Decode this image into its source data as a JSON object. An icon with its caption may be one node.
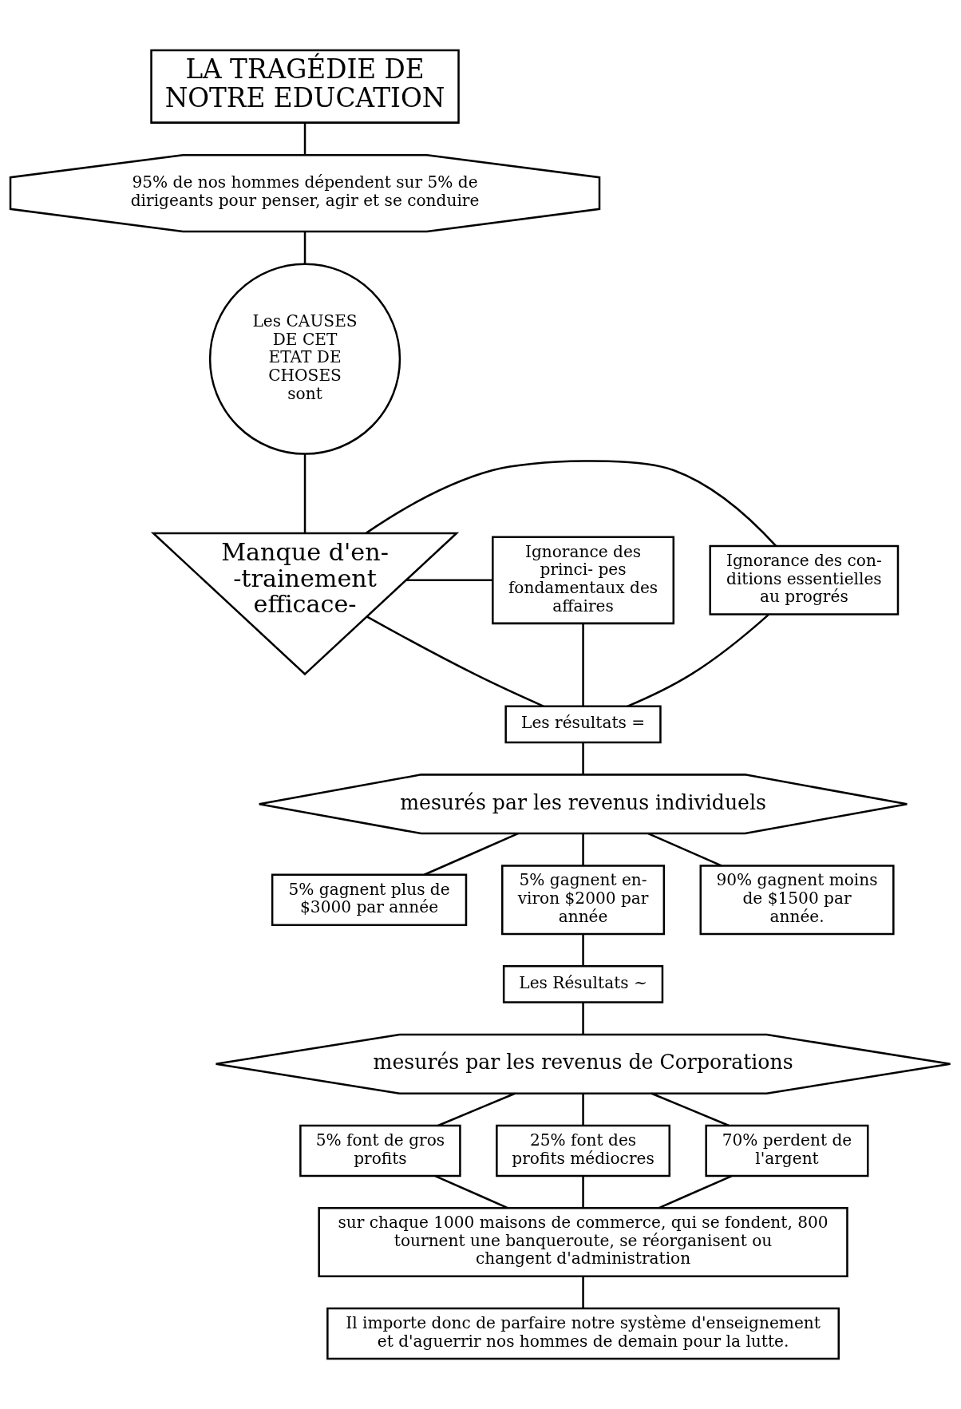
{
  "diagram": {
    "nodes": [
      {
        "text": [
          "LA TRAGÉDIE DE NOTRE EDUCATION"
        ]
      },
      {
        "text": [
          "95% de nos hommes dépendent sur 5% de dirigeants pour penser, agir et se conduire"
        ]
      },
      {
        "text": [
          "Les CAUSES DE CET ETAT DE CHOSES sont"
        ]
      },
      {
        "text": [
          "Manque d'en- -trainement efficace-"
        ]
      },
      {
        "text": [
          "Ignorance des princi- pes fondamentaux des affaires"
        ]
      },
      {
        "text": [
          "Ignorance des con- ditions essentielles au progrés"
        ]
      },
      {
        "text": [
          "Les résultats ="
        ]
      },
      {
        "text": [
          "mesurés par les revenus individuels"
        ]
      },
      {
        "text": [
          "5% gagnent plus de $3000 par année"
        ]
      },
      {
        "text": [
          "5% gagnent en- viron $2000 par année"
        ]
      },
      {
        "text": [
          "90% gagnent moins de $1500 par année."
        ]
      },
      {
        "text": [
          "Les Résultats ~"
        ]
      },
      {
        "text": [
          "mesurés par les revenus de Corporations"
        ]
      },
      {
        "text": [
          "5% font de gros profits"
        ]
      },
      {
        "text": [
          "25% font des profits médiocres"
        ]
      },
      {
        "text": [
          "70% perdent de l'argent"
        ]
      },
      {
        "text": [
          "sur chaque 1000 maisons de commerce, qui se fondent, 800 tournent une banqueroute, se réorganisent ou",
          "changent d'administration"
        ]
      },
      {
        "text": [
          "Il importe donc de parfaire notre système d'enseignement et d'aguerrir nos hommes de demain pour la lutte."
        ]
      }
    ],
    "edges": [
      {
        "from": 0,
        "to": 1,
        "arrow": "none"
      },
      {
        "from": 1,
        "to": 2,
        "arrow": "none"
      },
      {
        "from": 2,
        "to": 3,
        "arrow": "none"
      },
      {
        "from": 3,
        "to": 4,
        "arrow": "none"
      },
      {
        "from": 3,
        "to": 5,
        "arrow": "none"
      },
      {
        "from": 4,
        "to": 6,
        "arrow": "none"
      },
      {
        "from": 3,
        "to": 6,
        "arrow": "none"
      },
      {
        "from": 5,
        "to": 6,
        "arrow": "none"
      },
      {
        "from": 6,
        "to": 7,
        "arrow": "none"
      },
      {
        "from": 7,
        "to": 8,
        "arrow": "none"
      },
      {
        "from": 7,
        "to": 9,
        "arrow": "none"
      },
      {
        "from": 7,
        "to": 10,
        "arrow": "none"
      },
      {
        "from": 9,
        "to": 11,
        "arrow": "none"
      },
      {
        "from": 11,
        "to": 12,
        "arrow": "none"
      },
      {
        "from": 12,
        "to": 13,
        "arrow": "none"
      },
      {
        "from": 12,
        "to": 14,
        "arrow": "none"
      },
      {
        "from": 12,
        "to": 15,
        "arrow": "none"
      },
      {
        "from": 13,
        "to": 16,
        "arrow": "none"
      },
      {
        "from": 14,
        "to": 16,
        "arrow": "none"
      },
      {
        "from": 15,
        "to": 16,
        "arrow": "none"
      },
      {
        "from": 16,
        "to": 17,
        "arrow": "none"
      }
    ]
  }
}
